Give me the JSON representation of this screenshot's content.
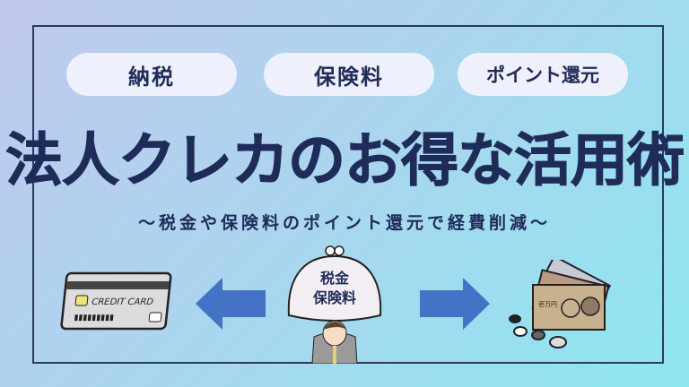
{
  "tags": [
    "納税",
    "保険料",
    "ポイント還元"
  ],
  "title": "法人クレカのお得な活用術",
  "subtitle": "〜税金や保険料のポイント還元で経費削減〜",
  "card_label": "CREDIT CARD",
  "purse_label": [
    "税金",
    "保険料"
  ],
  "bill_label": "壱万円",
  "colors": {
    "text": "#1f2b59",
    "arrow": "#4472c4",
    "pill": "#eef1fb"
  }
}
